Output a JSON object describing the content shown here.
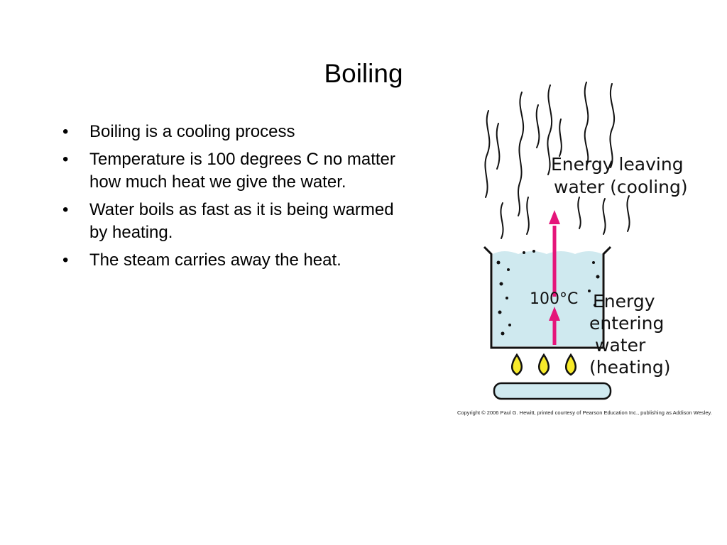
{
  "slide": {
    "title": "Boiling",
    "bullets": [
      {
        "marker": "•",
        "text": "Boiling is a cooling process"
      },
      {
        "marker": "•",
        "text": "Temperature is 100 degrees C no matter how much heat we give the water."
      },
      {
        "marker": "•",
        "text": "Water boils as fast as it is being warmed by heating."
      },
      {
        "marker": "•",
        "text": "The steam carries away the heat."
      }
    ]
  },
  "figure": {
    "label_leaving_line1": "Energy leaving",
    "label_leaving_line2": "water (cooling)",
    "label_temperature": "100°C",
    "label_entering_line1": "Energy",
    "label_entering_line2": "entering",
    "label_entering_line3": "water",
    "label_entering_line4": "(heating)",
    "copyright": "Copyright © 2006 Paul G. Hewitt, printed courtesy of Pearson Education Inc., publishing as Addison Wesley.",
    "colors": {
      "water": "#cfe9ef",
      "arrow": "#e5157a",
      "flame": "#f7ea2a",
      "burner": "#cfe9ef",
      "outline": "#111111"
    }
  }
}
